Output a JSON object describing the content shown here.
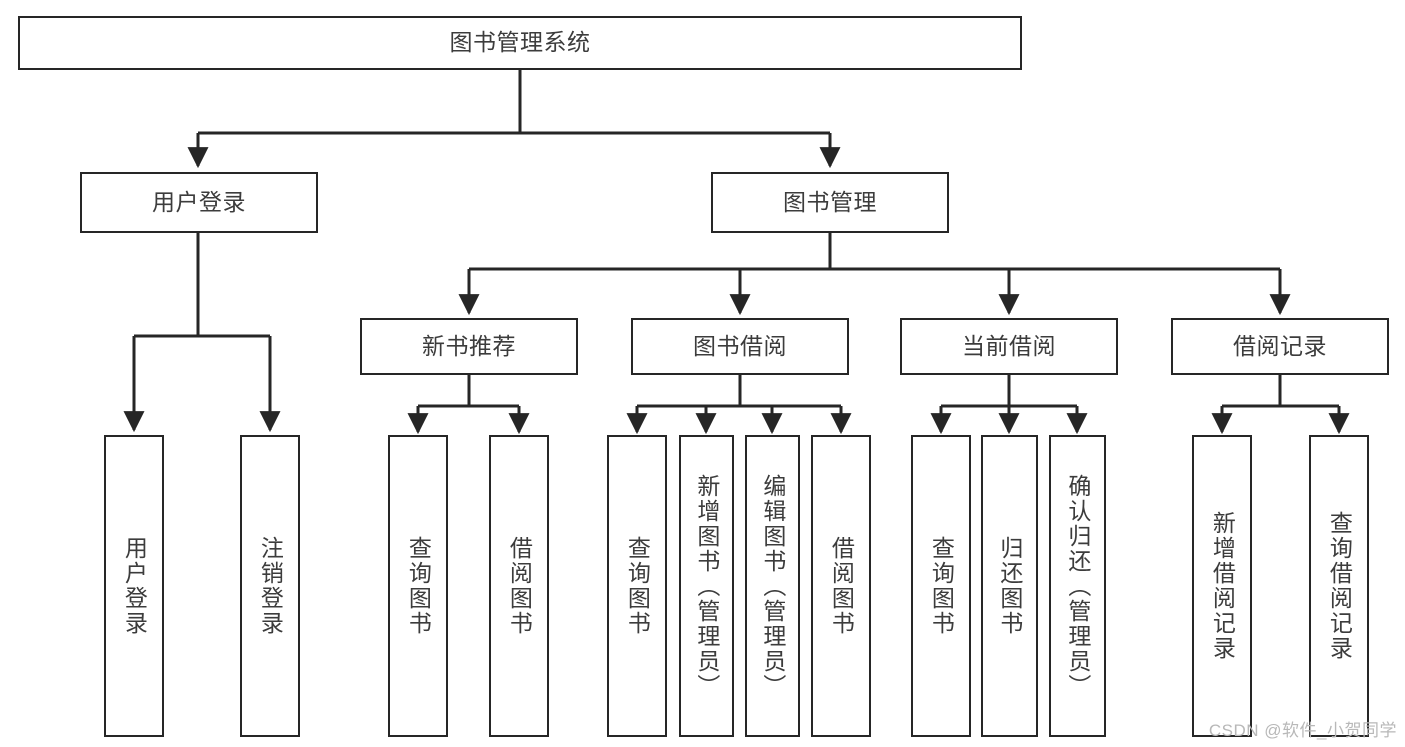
{
  "diagram": {
    "type": "tree",
    "title": "图书管理系统",
    "watermark": "CSDN @软件_小贺同学",
    "colors": {
      "border": "#262626",
      "text": "#3c3c3c",
      "background": "#ffffff",
      "watermark": "#b8b8b8"
    },
    "nodes": {
      "root": {
        "label": "图书管理系统"
      },
      "level2": [
        {
          "label": "用户登录"
        },
        {
          "label": "图书管理"
        }
      ],
      "level3": [
        {
          "label": "新书推荐"
        },
        {
          "label": "图书借阅"
        },
        {
          "label": "当前借阅"
        },
        {
          "label": "借阅记录"
        }
      ],
      "leaves": {
        "user_login": [
          {
            "label": "用户登录"
          },
          {
            "label": "注销登录"
          }
        ],
        "new_book": [
          {
            "label": "查询图书"
          },
          {
            "label": "借阅图书"
          }
        ],
        "borrow": [
          {
            "label": "查询图书"
          },
          {
            "label": "新增图书（管理员）"
          },
          {
            "label": "编辑图书（管理员）"
          },
          {
            "label": "借阅图书"
          }
        ],
        "current": [
          {
            "label": "查询图书"
          },
          {
            "label": "归还图书"
          },
          {
            "label": "确认归还（管理员）"
          }
        ],
        "records": [
          {
            "label": "新增借阅记录"
          },
          {
            "label": "查询借阅记录"
          }
        ]
      }
    }
  }
}
